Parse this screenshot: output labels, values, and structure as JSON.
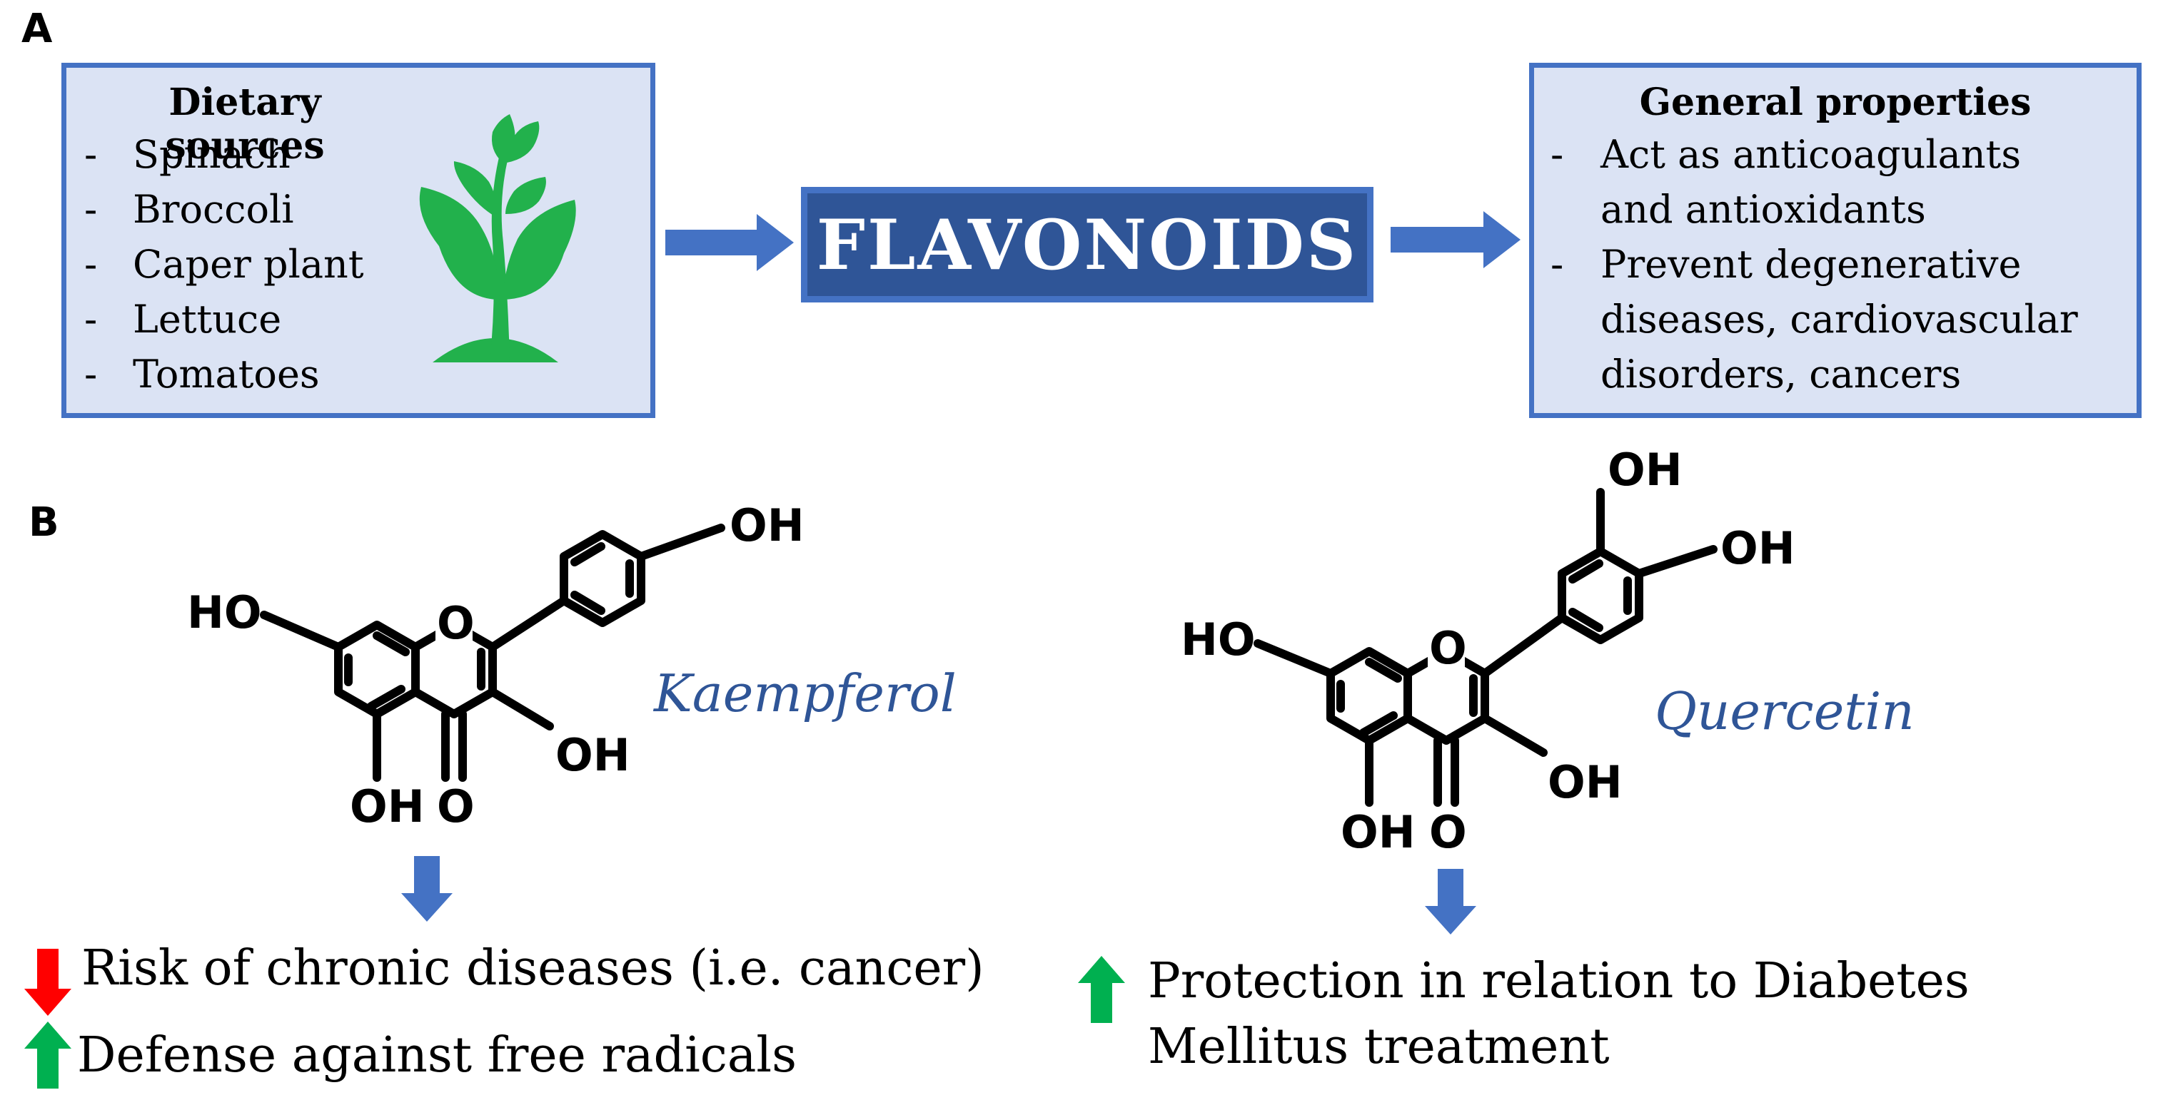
{
  "panels": {
    "a": "A",
    "b": "B"
  },
  "sources": {
    "title": "Dietary sources",
    "items": [
      "Spinach",
      "Broccoli",
      "Caper plant",
      "Lettuce",
      "Tomatoes"
    ],
    "icon": "plant-icon"
  },
  "center": {
    "label": "FLAVONOIDS"
  },
  "properties": {
    "title": "General properties",
    "lines": [
      "Act as anticoagulants",
      "and antioxidants",
      "Prevent degenerative",
      "diseases, cardiovascular",
      "disorders, cancers"
    ]
  },
  "chem_labels": {
    "oh": "OH",
    "ho": "HO",
    "o": "O"
  },
  "kaempferol": {
    "name": "Kaempferol",
    "effects": [
      {
        "direction": "down",
        "text": "Risk of chronic diseases (i.e. cancer)"
      },
      {
        "direction": "up",
        "text": "Defense against free radicals"
      }
    ]
  },
  "quercetin": {
    "name": "Quercetin",
    "effects": [
      {
        "direction": "up",
        "text": "Protection in relation to Diabetes"
      },
      {
        "direction": "none",
        "text": "Mellitus treatment"
      }
    ]
  },
  "colors": {
    "box_fill": "#dbe3f4",
    "box_border": "#4472c4",
    "center_fill": "#2f5597",
    "arrow_blue": "#4472c4",
    "arrow_down_red": "#ff0000",
    "arrow_up_green": "#00b050",
    "plant_green": "#22b14c",
    "compound_name": "#2f5597"
  }
}
